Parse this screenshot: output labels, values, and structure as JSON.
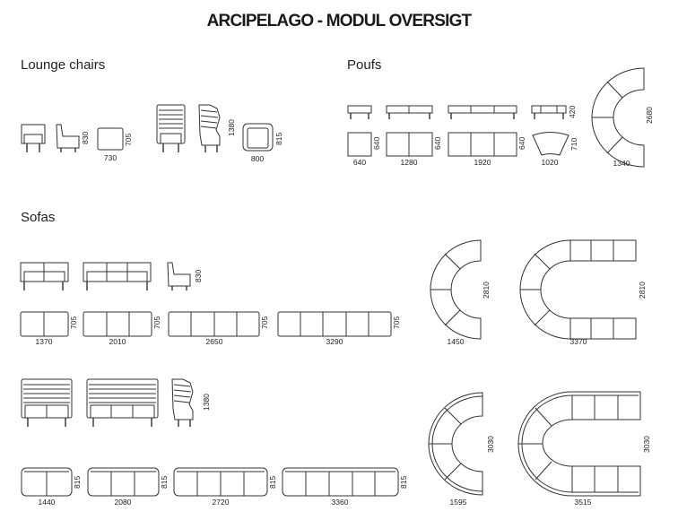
{
  "title": "ARCIPELAGO - MODUL OVERSIGT",
  "sections": {
    "lounge": "Lounge chairs",
    "poufs": "Poufs",
    "sofas": "Sofas"
  },
  "lounge_dims": {
    "chair_height": "830",
    "chair_width": "730",
    "chair_depth": "705",
    "highback_height": "1380",
    "highback_width": "800",
    "highback_depth": "815"
  },
  "pouf_dims": {
    "p1_width": "640",
    "p1_depth": "640",
    "p2_width": "1280",
    "p2_depth": "640",
    "p3_width": "1920",
    "p3_depth": "640",
    "p4_width": "1020",
    "p4_depth": "710",
    "height": "420",
    "arc_width": "1340",
    "arc_depth": "2680"
  },
  "sofa_low_dims": {
    "height": "830",
    "s1_width": "1370",
    "s1_depth": "705",
    "s2_width": "2010",
    "s2_depth": "705",
    "s3_width": "2650",
    "s3_depth": "705",
    "s4_width": "3290",
    "s4_depth": "705",
    "arc_small_width": "1450",
    "arc_small_depth": "2810",
    "u_width": "3370",
    "u_depth": "2810"
  },
  "sofa_high_dims": {
    "height": "1380",
    "s1_width": "1440",
    "s1_depth": "815",
    "s2_width": "2080",
    "s2_depth": "815",
    "s3_width": "2720",
    "s3_depth": "815",
    "s4_width": "3360",
    "s4_depth": "815",
    "arc_small_width": "1595",
    "arc_small_depth": "3030",
    "u_width": "3515",
    "u_depth": "3030"
  }
}
